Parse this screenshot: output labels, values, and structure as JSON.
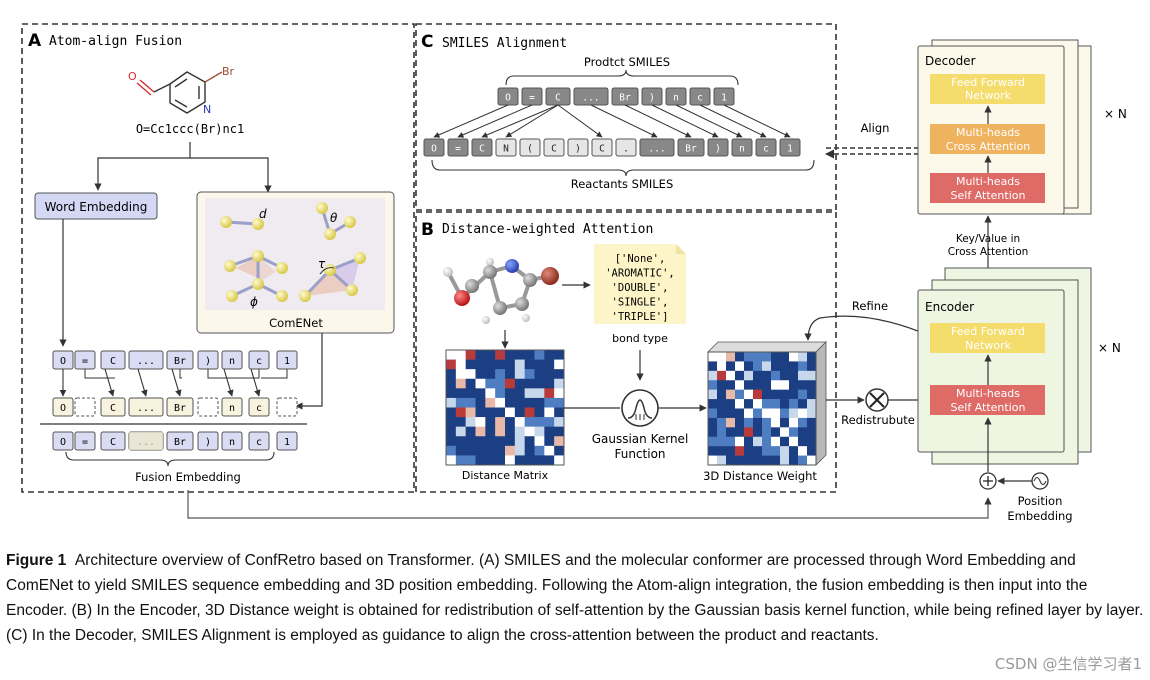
{
  "panels": {
    "a": {
      "letter": "A",
      "title": "Atom-align Fusion"
    },
    "b": {
      "letter": "B",
      "title": "Distance-weighted Attention"
    },
    "c": {
      "letter": "C",
      "title": "SMILES Alignment"
    }
  },
  "molecule": {
    "smiles": "O=Cc1ccc(Br)nc1",
    "label_n": "N",
    "label_br": "Br",
    "label_o": "O"
  },
  "word_embedding": "Word Embedding",
  "comenet": {
    "label": "ComENet",
    "d": "d",
    "theta": "θ",
    "phi": "ϕ",
    "tau": "τ"
  },
  "token_row_top": [
    "O",
    "=",
    "C",
    "...",
    "Br",
    ")",
    "n",
    "c",
    "1"
  ],
  "token_row_mid": [
    "O",
    "",
    "C",
    "...",
    "Br",
    "",
    "n",
    "c",
    ""
  ],
  "token_row_bottom": [
    "O",
    "=",
    "C",
    "...",
    "Br",
    ")",
    "n",
    "c",
    "1"
  ],
  "fusion_embedding": "Fusion Embedding",
  "product_smiles_label": "Prodtct SMILES",
  "product_tokens": [
    "O",
    "=",
    "C",
    "...",
    "Br",
    ")",
    "n",
    "c",
    "1"
  ],
  "reactant_tokens": [
    "O",
    "=",
    "C",
    "N",
    "(",
    "C",
    ")",
    "C",
    ".",
    "...",
    "Br",
    ")",
    "n",
    "c",
    "1"
  ],
  "reactants_smiles_label": "Reactants SMILES",
  "align_label": "Align",
  "bond_types": [
    "['None',",
    "'AROMATIC',",
    "'DOUBLE',",
    "'SINGLE',",
    "'TRIPLE']"
  ],
  "bond_type_label": "bond type",
  "gaussian_label": [
    "Gaussian Kernel",
    "Function"
  ],
  "distance_matrix_label": "Distance Matrix",
  "distance_weight_label": "3D Distance Weight",
  "refine_label": "Refine",
  "redistribute_label": "Redistrubute",
  "decoder": {
    "title": "Decoder",
    "ffn": [
      "Feed Forward",
      "Network"
    ],
    "cross": [
      "Multi-heads",
      "Cross Attention"
    ],
    "self": [
      "Multi-heads",
      "Self Attention"
    ],
    "repeat": "× N"
  },
  "encoder": {
    "title": "Encoder",
    "ffn": [
      "Feed Forward",
      "Network"
    ],
    "self": [
      "Multi-heads",
      "Self Attention"
    ],
    "repeat": "× N"
  },
  "kv_label": [
    "Key/Value in",
    "Cross Attention"
  ],
  "position_embedding": [
    "Position",
    "Embedding"
  ],
  "caption": {
    "label": "Figure 1",
    "text": "Architecture overview of ConfRetro based on Transformer. (A) SMILES and the molecular conformer are processed through Word Embedding and ComENet to yield SMILES sequence embedding and 3D position embedding. Following the Atom-align integration, the fusion embedding is then input into the Encoder. (B) In the Encoder, 3D Distance weight is obtained for redistribution of self-attention by the Gaussian basis kernel function, while being refined layer by layer. (C) In the Decoder, SMILES Alignment is employed as guidance to align the cross-attention between the product and reactants."
  },
  "watermark": "CSDN @生信学习者1",
  "colors": {
    "ffn": "#f4dd6c",
    "cross": "#efb25f",
    "self": "#df6b67",
    "decoder_bg": "#fdf9ea",
    "encoder_bg": "#eef5e1",
    "word_emb": "#d5d8f4",
    "token_fill": "#d9dcf3",
    "token_mid": "#f8f3df",
    "comenet_bg": "#fbf7ea",
    "bond_note": "#fdf5c8",
    "token_dark": "#888888",
    "heatmap_dark": "#1b3f82",
    "heatmap_mid": "#4e7ec1",
    "heatmap_light": "#c8d8ec",
    "heatmap_red": "#b83a3a"
  }
}
